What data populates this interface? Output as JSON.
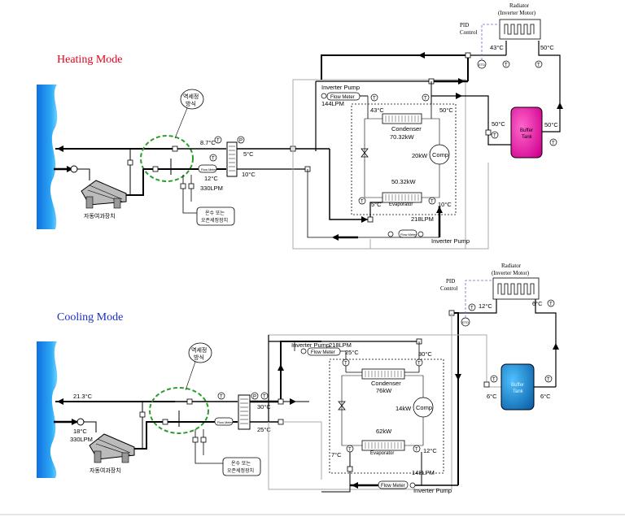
{
  "heating": {
    "title": "Heating Mode",
    "title_color": "#e8001c",
    "radiator_label": "Radiator",
    "radiator_sub": "(Inverter Motor)",
    "pid_label1": "PID",
    "pid_label2": "Control",
    "temp_rad_in": "43°C",
    "temp_rad_out": "50°C",
    "temp_buffer_left": "50°C",
    "temp_buffer_right": "50°C",
    "buffer_label1": "Buffer",
    "buffer_label2": "Tank",
    "buffer_color": "#ff00aa",
    "inverter_pump_top": "Inverter Pump",
    "flow_top": "144LPM",
    "flow_meter": "Flow Meter",
    "temp_cond_in": "43°C",
    "temp_cond_out": "50°C",
    "condenser": "Condenser",
    "condenser_kw": "70.32kW",
    "comp_kw": "20kW",
    "comp": "Comp",
    "evap_kw": "50.32kW",
    "evaporator": "Evaporator",
    "temp_evap_left": "5°C",
    "temp_evap_right": "10°C",
    "flow_bottom": "218LPM",
    "inverter_pump_bottom": "Inverter Pump",
    "hx_temp_in": "8.7°C",
    "hx_temp_out1": "5°C",
    "hx_temp_out2": "10°C",
    "hx_temp_left": "12°C",
    "hx_flow": "330LPM",
    "hx_meter": "Flow Meter",
    "backwash_label1": "역세정",
    "backwash_label2": "방식",
    "filter_label": "자동여과장치",
    "cip_label1": "온수 또는",
    "cip_label2": "오존세정장치",
    "sensor_t": "T",
    "sensor_p": "P",
    "pid_sensor": "ETD"
  },
  "cooling": {
    "title": "Cooling Mode",
    "title_color": "#1a2fc4",
    "radiator_label": "Radiator",
    "radiator_sub": "(Inverter Motor)",
    "pid_label1": "PID",
    "pid_label2": "Control",
    "temp_rad_in": "12°C",
    "temp_rad_out": "6°C",
    "temp_buffer_left": "6°C",
    "temp_buffer_right": "6°C",
    "buffer_label1": "Buffer",
    "buffer_label2": "Tank",
    "buffer_color": "#1e7ec8",
    "inverter_pump_top": "Inverter Pump",
    "flow_top": "218LPM",
    "flow_meter": "Flow Meter",
    "temp_cond_in": "25°C",
    "temp_cond_out": "30°C",
    "condenser": "Condenser",
    "condenser_kw": "76kW",
    "comp_kw": "14kW",
    "comp": "Comp",
    "evap_kw": "62kW",
    "evaporator": "Evaporator",
    "temp_evap_left": "7°C",
    "temp_evap_right": "12°C",
    "flow_bottom": "148LPM",
    "inverter_pump_bottom": "Inverter Pump",
    "hx_temp_in": "21.3°C",
    "hx_temp_left": "18°C",
    "hx_flow": "330LPM",
    "hx_temp_out1": "30°C",
    "hx_temp_out2": "25°C",
    "hx_meter": "Flow Meter",
    "backwash_label1": "역세정",
    "backwash_label2": "방식",
    "filter_label": "자동여과장치",
    "cip_label1": "온수 또는",
    "cip_label2": "오존세정장치",
    "sensor_t": "T",
    "sensor_p": "P",
    "pid_sensor": "ETD"
  }
}
